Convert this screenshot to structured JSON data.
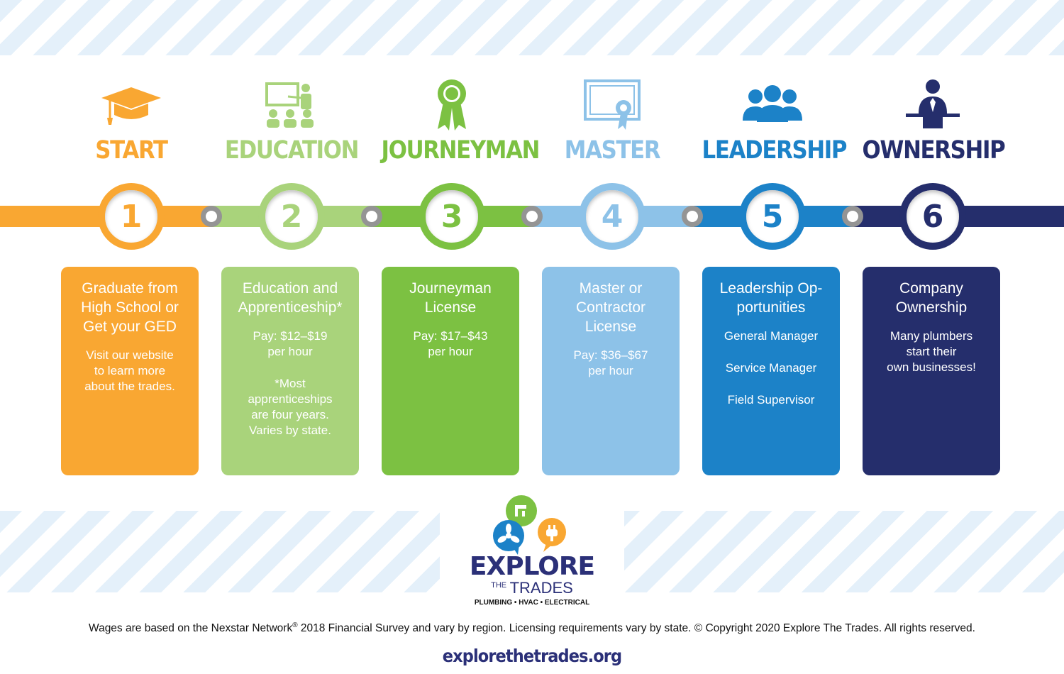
{
  "steps": [
    {
      "title": "START",
      "number": "1",
      "color": "#f9a732",
      "icon": "graduation-cap-icon",
      "card_title": [
        "Graduate from",
        "High School or",
        "Get your GED"
      ],
      "card_lines": [
        "Visit our website",
        "to learn more",
        "about the trades."
      ]
    },
    {
      "title": "EDUCATION",
      "number": "2",
      "color": "#a9d37b",
      "icon": "classroom-icon",
      "card_title": [
        "Education and",
        "Apprenticeship*"
      ],
      "card_lines": [
        "Pay: $12–$19",
        "per hour",
        "",
        "*Most",
        "apprenticeships",
        "are four years.",
        "Varies by state."
      ]
    },
    {
      "title": "JOURNEYMAN",
      "number": "3",
      "color": "#7cc142",
      "icon": "ribbon-award-icon",
      "card_title": [
        "Journeyman",
        "License"
      ],
      "card_lines": [
        "Pay: $17–$43",
        "per hour"
      ]
    },
    {
      "title": "MASTER",
      "number": "4",
      "color": "#8dc2e8",
      "icon": "certificate-icon",
      "card_title": [
        "Master or",
        "Contractor",
        "License"
      ],
      "card_lines": [
        "Pay: $36–$67",
        "per hour"
      ]
    },
    {
      "title": "LEADERSHIP",
      "number": "5",
      "color": "#1c82c8",
      "icon": "team-icon",
      "card_title": [
        "Leadership Op-",
        "portunities"
      ],
      "card_lines": [
        "General Manager",
        "",
        "Service Manager",
        "",
        "Field Supervisor"
      ]
    },
    {
      "title": "OWNERSHIP",
      "number": "6",
      "color": "#252e6c",
      "icon": "business-owner-icon",
      "card_title": [
        "Company",
        "Ownership"
      ],
      "card_lines": [
        "Many plumbers",
        "start their",
        "own businesses!"
      ]
    }
  ],
  "logo": {
    "line1": "EXPLORE",
    "line2a": "THE",
    "line2b": "TRADES",
    "tagline": "PLUMBING • HVAC • ELECTRICAL"
  },
  "footnote": {
    "part1": "Wages are based on the Nexstar Network",
    "sup": "®",
    "part2": " 2018 Financial Survey and vary by region. Licensing requirements vary by state. © Copyright 2020 Explore The Trades. All rights reserved."
  },
  "url": "explorethetrades.org"
}
